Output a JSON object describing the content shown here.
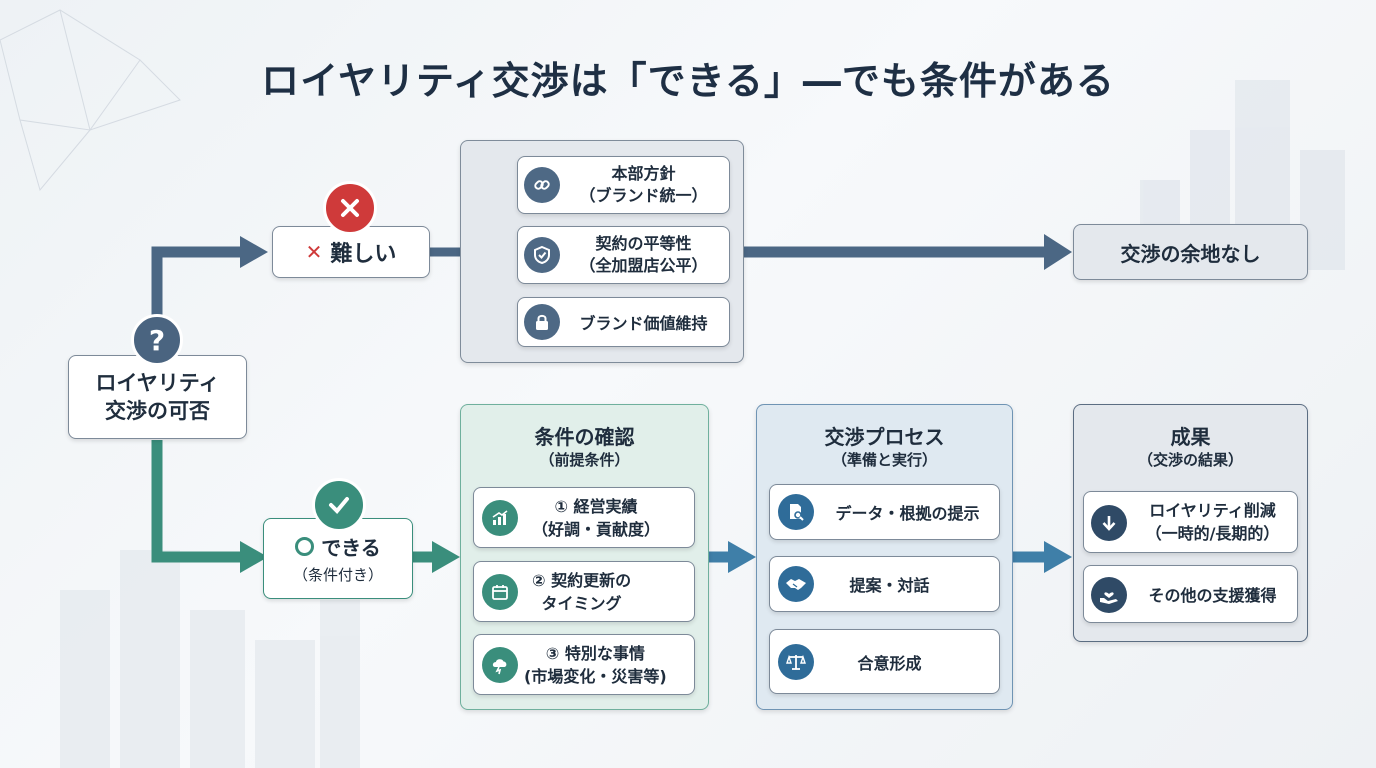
{
  "title": "ロイヤリティ交渉は「できる」―でも条件がある",
  "start": {
    "label_line1": "ロイヤリティ",
    "label_line2": "交渉の可否",
    "icon": "question-icon"
  },
  "difficult": {
    "label": "難しい",
    "mark": "✕",
    "reasons": [
      {
        "icon": "link-icon",
        "line1": "本部方針",
        "line2": "（ブランド統一）"
      },
      {
        "icon": "shield-check-icon",
        "line1": "契約の平等性",
        "line2": "（全加盟店公平）"
      },
      {
        "icon": "lock-icon",
        "line1": "ブランド価値維持",
        "line2": ""
      }
    ],
    "result": "交渉の余地なし"
  },
  "possible": {
    "label": "できる",
    "sub": "（条件付き）",
    "conditions": {
      "title": "条件の確認",
      "subtitle": "（前提条件）",
      "items": [
        {
          "icon": "growth-chart-icon",
          "line1": "① 経営実績",
          "line2": "（好調・貢献度）"
        },
        {
          "icon": "calendar-icon",
          "line1": "② 契約更新の",
          "line2": "タイミング"
        },
        {
          "icon": "storm-icon",
          "line1": "③ 特別な事情",
          "line2": "(市場変化・災害等)"
        }
      ]
    },
    "process": {
      "title": "交渉プロセス",
      "subtitle": "（準備と実行）",
      "steps": [
        {
          "icon": "document-search-icon",
          "label": "データ・根拠の提示"
        },
        {
          "icon": "handshake-icon",
          "label": "提案・対話"
        },
        {
          "icon": "scales-icon",
          "label": "合意形成"
        }
      ]
    },
    "outcome": {
      "title": "成果",
      "subtitle": "（交渉の結果）",
      "items": [
        {
          "icon": "arrow-down-icon",
          "line1": "ロイヤリティ削減",
          "line2": "（一時的/長期的）"
        },
        {
          "icon": "heart-hand-icon",
          "line1": "その他の支援獲得",
          "line2": ""
        }
      ]
    }
  },
  "colors": {
    "slate": "#4b6784",
    "teal": "#3a8e7c",
    "red": "#cf3a3a",
    "navy": "#2f4a66"
  }
}
